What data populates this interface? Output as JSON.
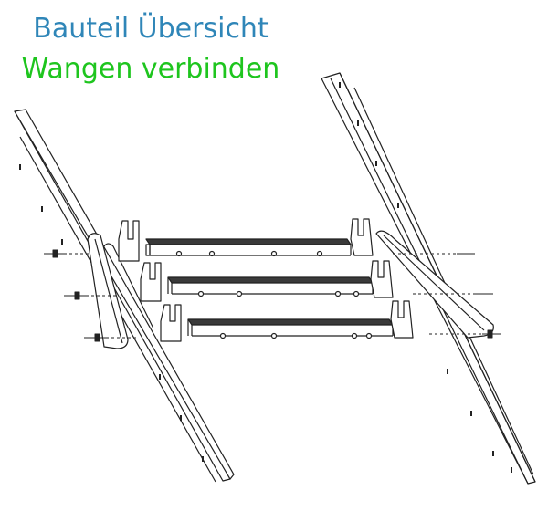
{
  "heading": {
    "title": "Bauteil Übersicht",
    "subtitle": "Wangen verbinden",
    "title_color": "#2f86b8",
    "subtitle_color": "#1ec51e"
  },
  "drawing": {
    "line_color": "#222222",
    "tread_color": "#3a3a3a",
    "parts": [
      "left-stringer",
      "right-stringer",
      "stair-tread",
      "mounting-bracket",
      "bolt"
    ]
  }
}
